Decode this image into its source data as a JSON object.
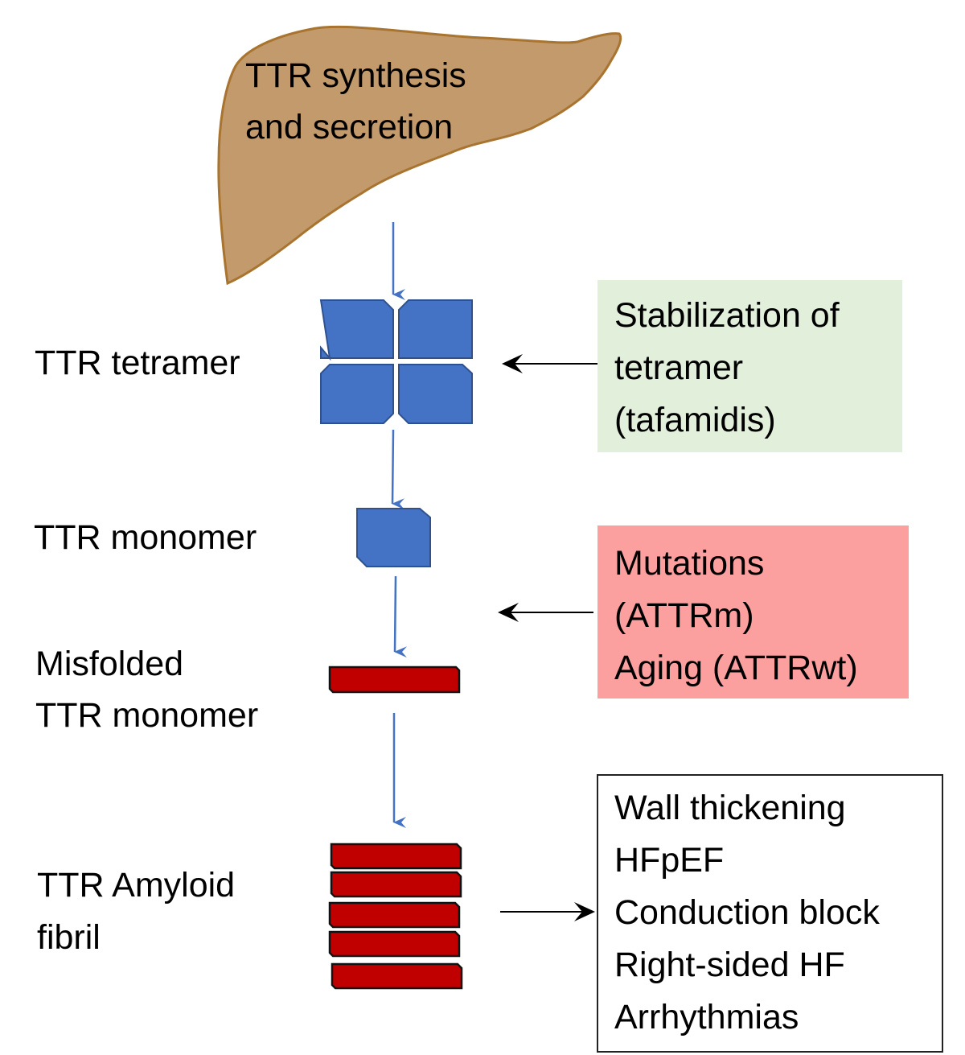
{
  "diagram": {
    "title": "TTR amyloidogenesis pathway",
    "colors": {
      "liver_fill": "#c29a6b",
      "liver_stroke": "#a8742f",
      "tetramer_fill": "#4472c4",
      "tetramer_stroke": "#2f528f",
      "misfolded_fill": "#c00000",
      "misfolded_stroke": "#111111",
      "flow_arrow": "#4472c4",
      "side_arrow": "#000000",
      "green_box": "#e2efda",
      "red_box": "#fb9f9f"
    },
    "liver": {
      "icon": "liver-icon",
      "lines": [
        "TTR synthesis",
        "and secretion"
      ]
    },
    "stages": [
      {
        "id": "tetramer",
        "icon": "tetramer-icon",
        "lines": [
          "TTR tetramer"
        ]
      },
      {
        "id": "monomer",
        "icon": "monomer-icon",
        "lines": [
          "TTR monomer"
        ]
      },
      {
        "id": "misfolded",
        "icon": "misfolded-monomer-icon",
        "lines": [
          "Misfolded",
          "TTR monomer"
        ]
      },
      {
        "id": "fibril",
        "icon": "amyloid-fibril-icon",
        "lines": [
          "TTR Amyloid",
          "fibril"
        ]
      }
    ],
    "side_boxes": {
      "stabilization": {
        "lines": [
          "Stabilization of",
          "tetramer",
          "(tafamidis)"
        ],
        "arrow_direction": "left",
        "targets": "tetramer"
      },
      "causes": {
        "lines": [
          "Mutations",
          "(ATTRm)",
          "Aging (ATTRwt)"
        ],
        "arrow_direction": "left",
        "targets": "monomer-to-misfolded"
      },
      "consequences": {
        "lines": [
          "Wall thickening",
          "HFpEF",
          "Conduction block",
          "Right-sided HF",
          "Arrhythmias"
        ],
        "arrow_direction": "right",
        "source": "fibril"
      }
    },
    "edges": [
      {
        "from": "liver",
        "to": "tetramer"
      },
      {
        "from": "tetramer",
        "to": "monomer"
      },
      {
        "from": "monomer",
        "to": "misfolded"
      },
      {
        "from": "misfolded",
        "to": "fibril"
      },
      {
        "from": "stabilization",
        "to": "tetramer"
      },
      {
        "from": "causes",
        "to": "monomer-to-misfolded"
      },
      {
        "from": "fibril",
        "to": "consequences"
      }
    ]
  }
}
